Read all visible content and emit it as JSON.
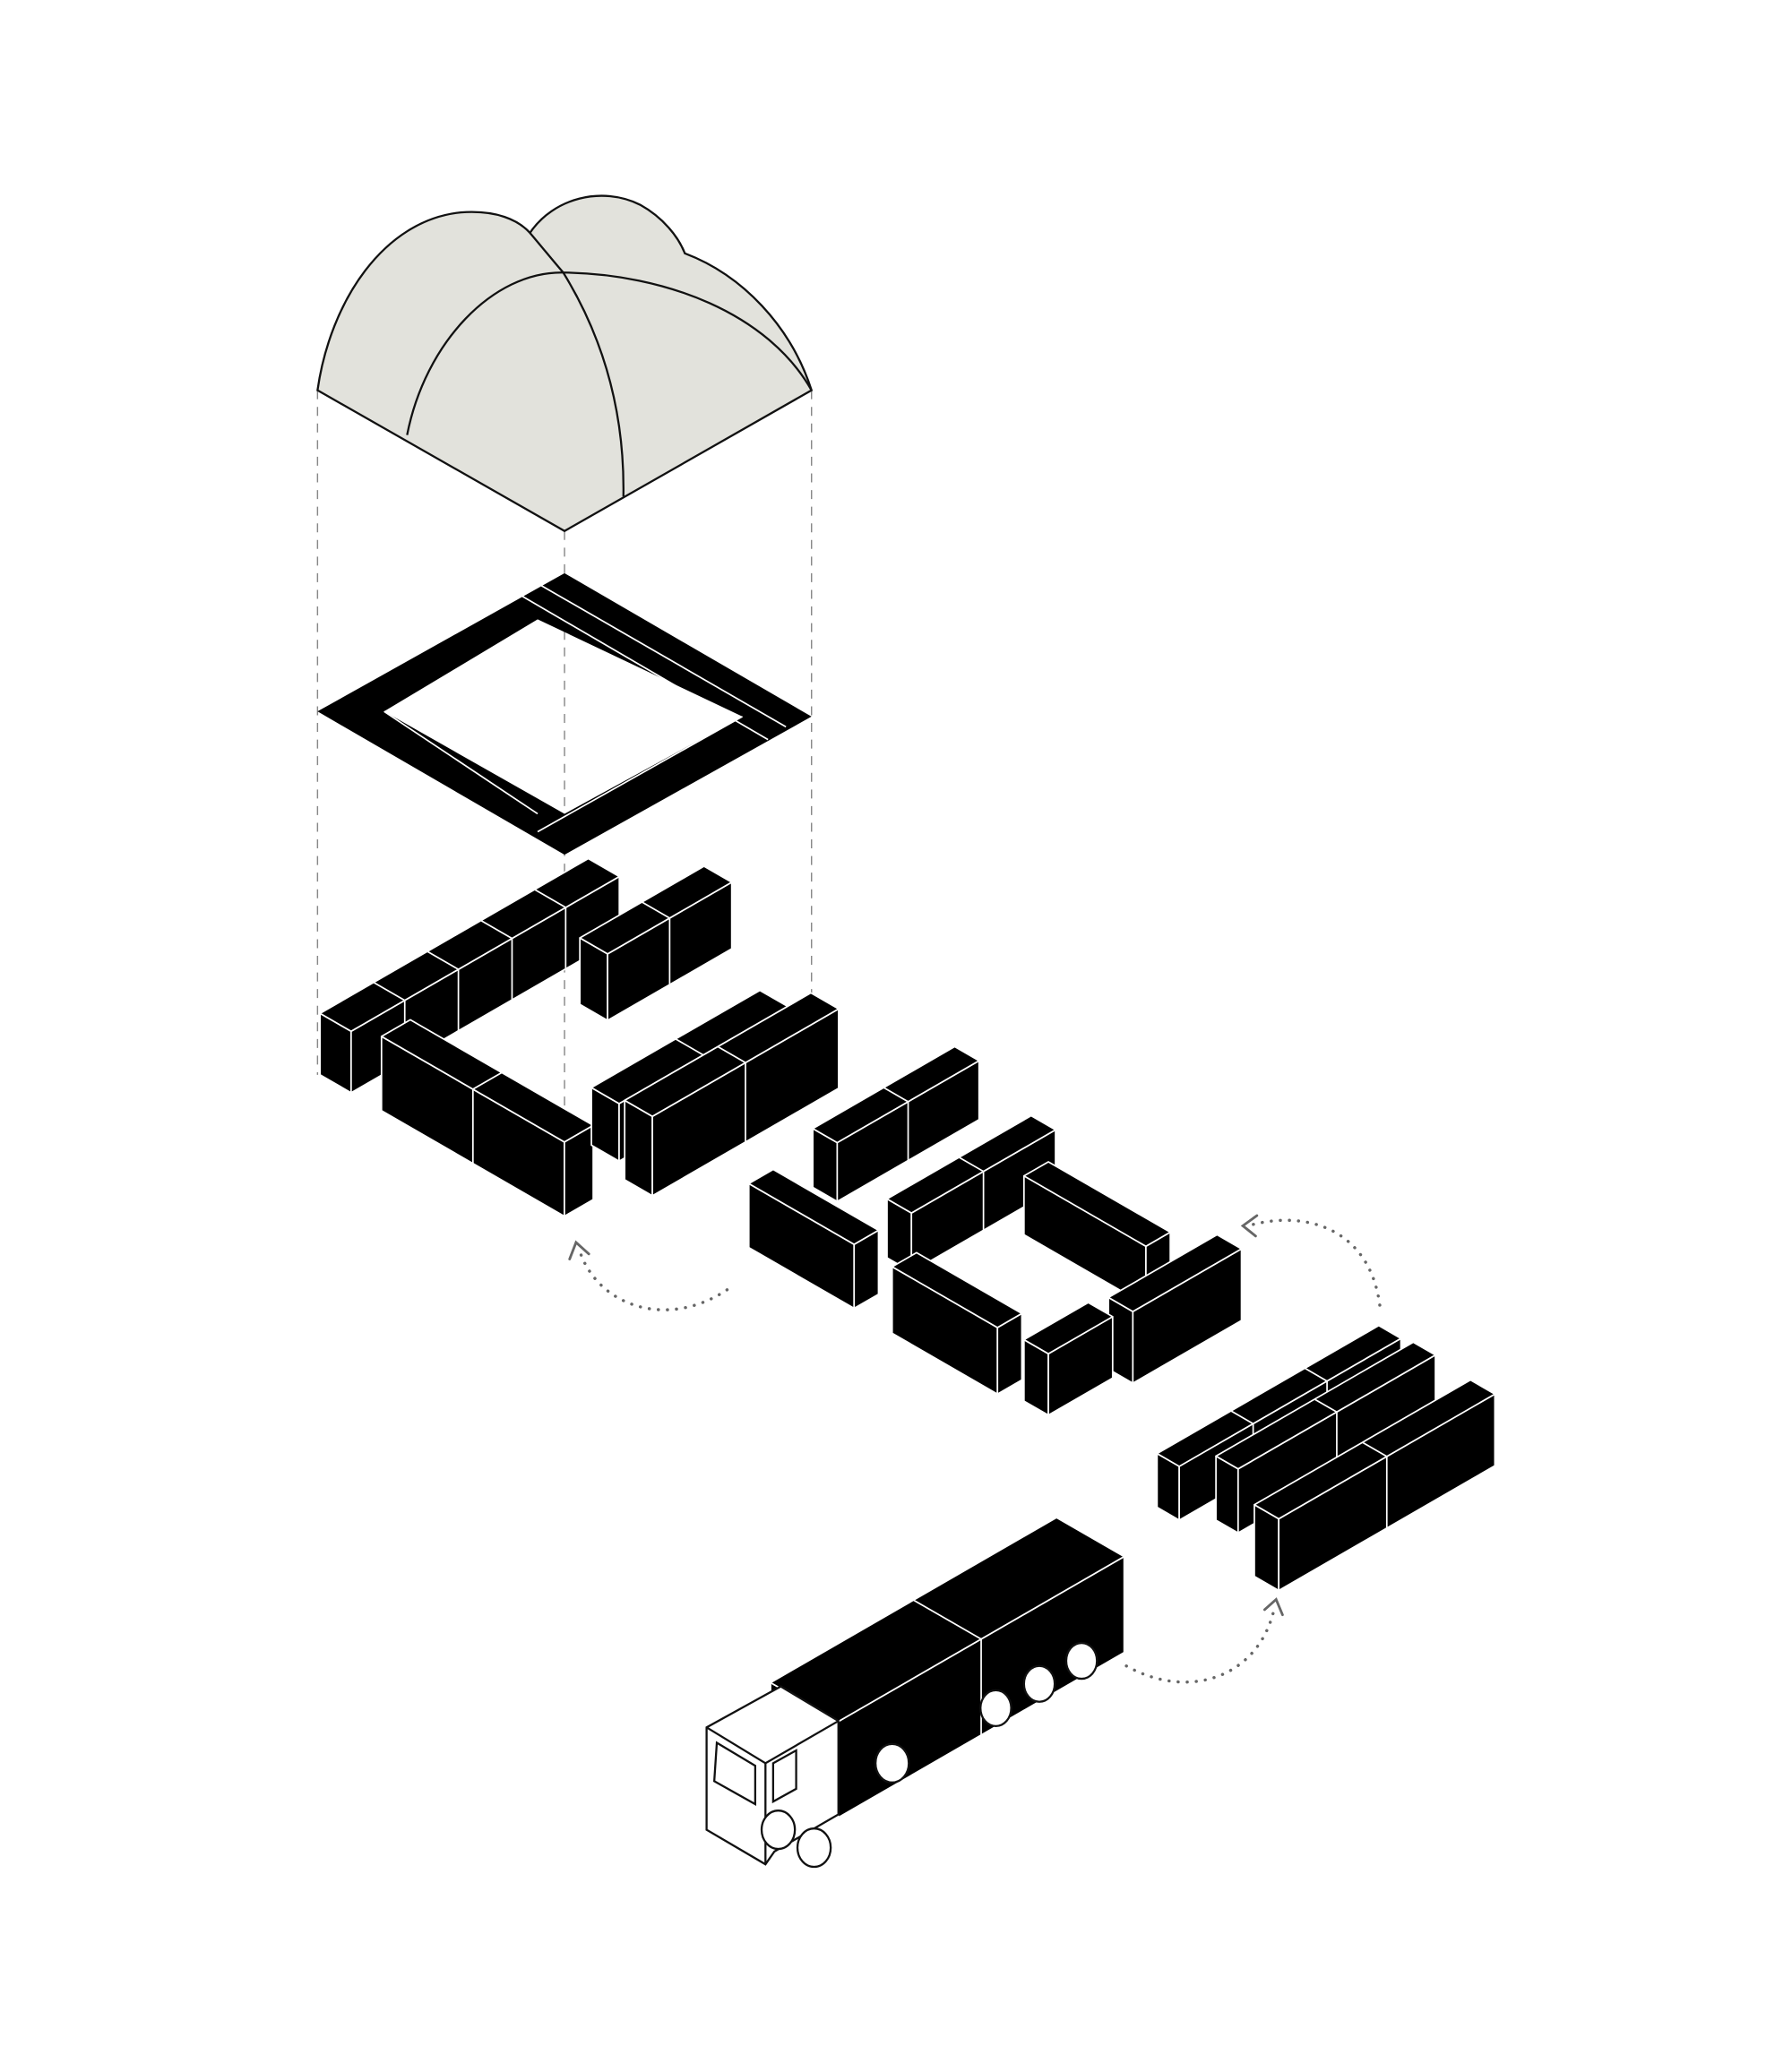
{
  "colors": {
    "background": "#ffffff",
    "ink": "#000000",
    "roof_fill": "#e2e2dc",
    "guide": "#888888"
  },
  "icons": [
    "roof-canopy",
    "floor-frame",
    "furniture-module",
    "truck",
    "dotted-arrow"
  ]
}
